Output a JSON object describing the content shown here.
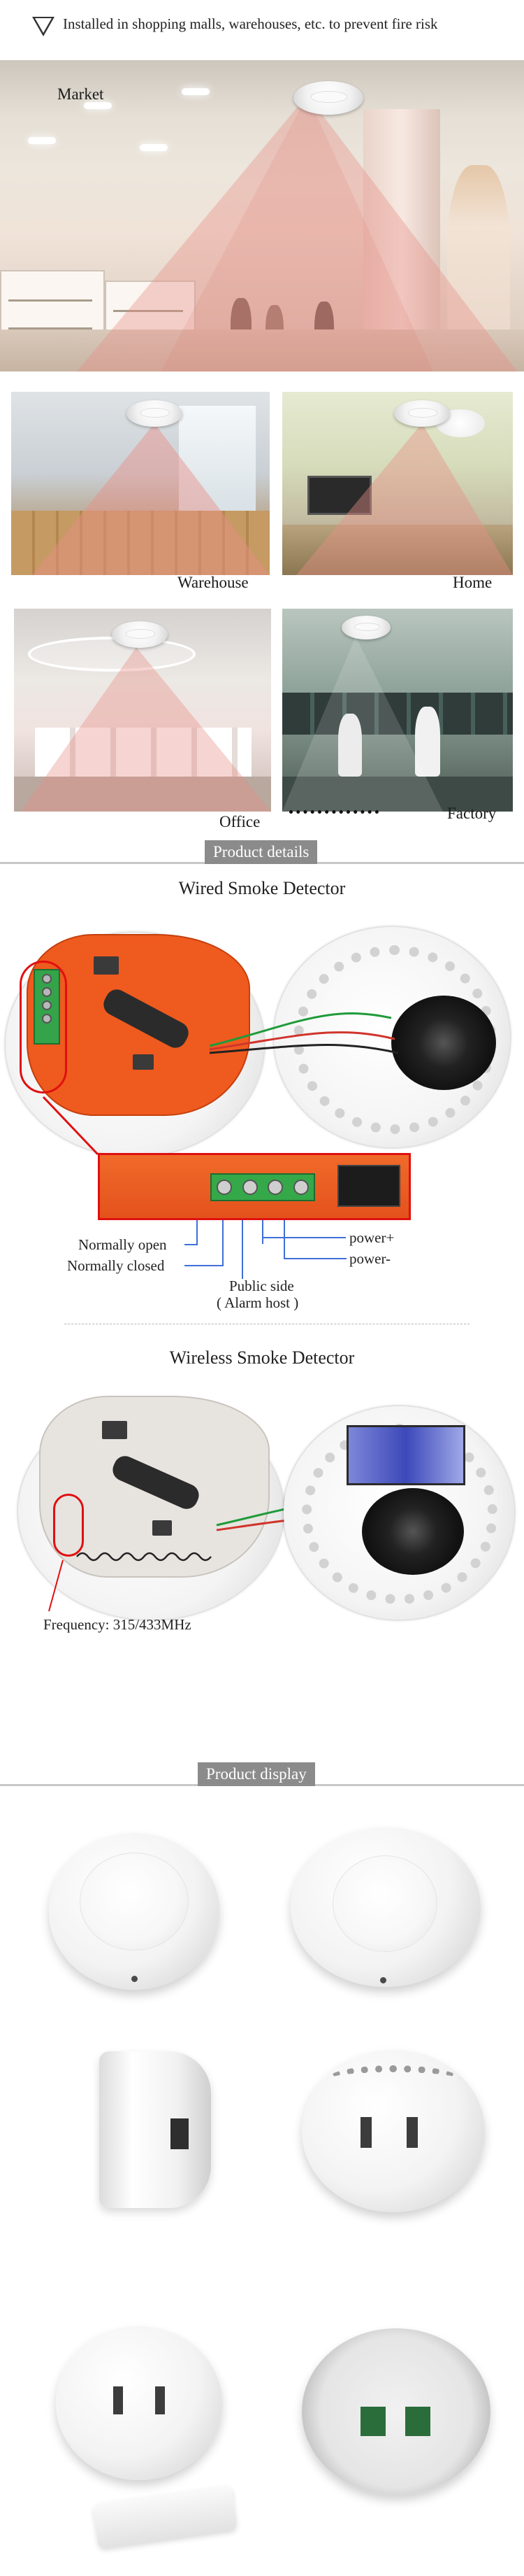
{
  "intro": {
    "note": "Installed in shopping malls, warehouses, etc. to prevent fire risk"
  },
  "scenes": {
    "market": "Market",
    "warehouse": "Warehouse",
    "home": "Home",
    "office": "Office",
    "factory": "Factory"
  },
  "sections": {
    "details": "Product details",
    "display": "Product display"
  },
  "wired": {
    "title": "Wired Smoke Detector",
    "labels": {
      "normally_open": "Normally open",
      "normally_closed": "Normally closed",
      "public_side": "Public side",
      "alarm_host": "( Alarm host )",
      "power_plus": "power+",
      "power_minus": "power-"
    }
  },
  "wireless": {
    "title": "Wireless Smoke Detector",
    "frequency": "Frequency: 315/433MHz"
  },
  "colors": {
    "pcb": "#ef5a1f",
    "terminal": "#34a34a",
    "highlight_box": "#e01010",
    "connector_line": "#3f6fd8",
    "tag_bg": "#8b8b8b"
  }
}
